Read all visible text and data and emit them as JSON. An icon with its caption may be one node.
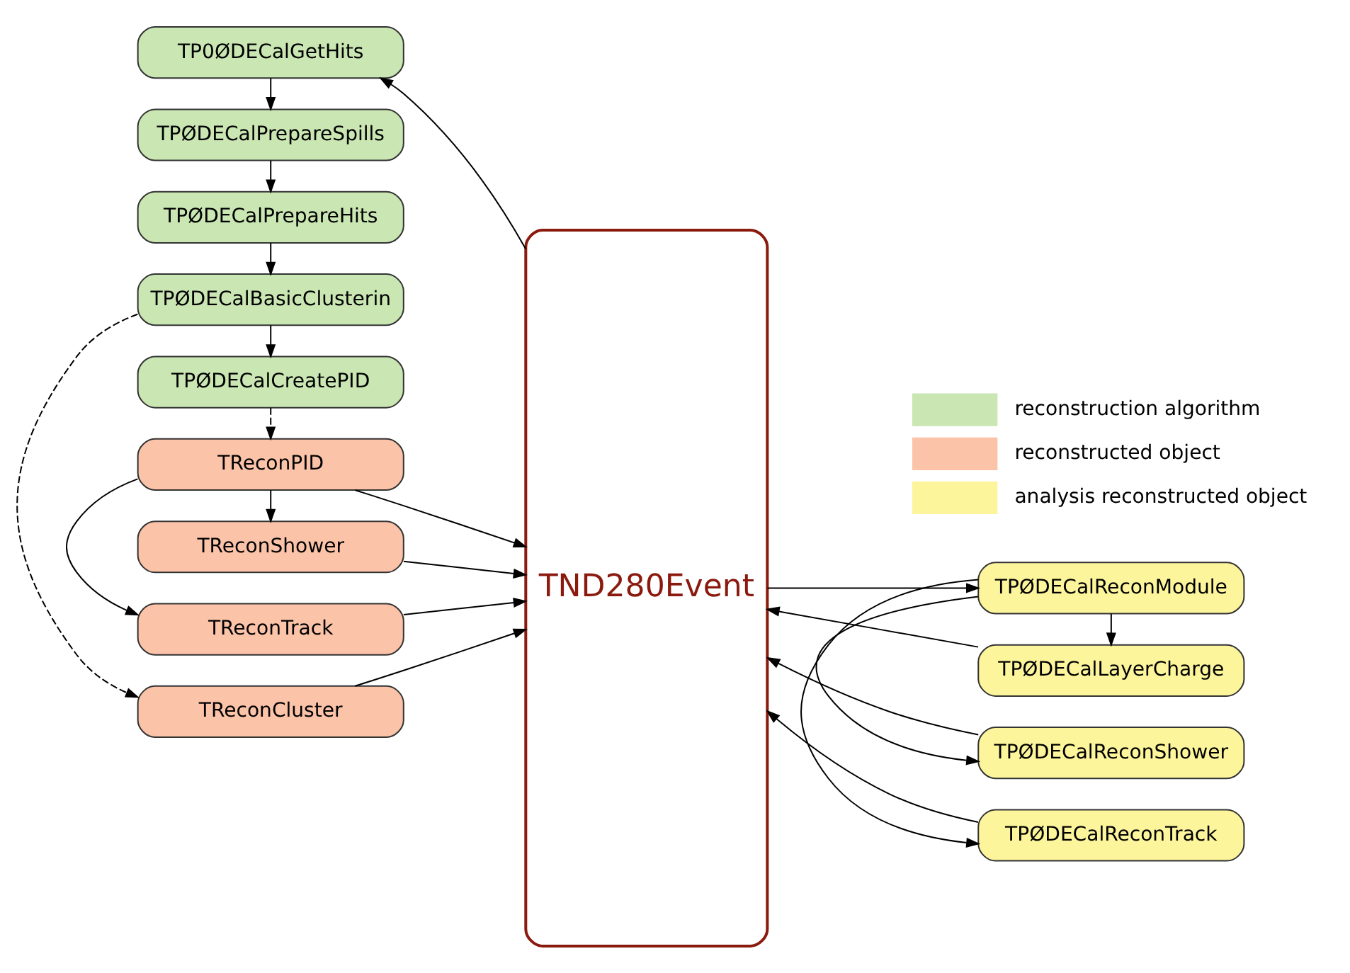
{
  "diagram": {
    "nodes": [
      {
        "text": [
          "TP0ØDECalGetHits"
        ]
      },
      {
        "text": [
          "TPØDECalPrepareSpills"
        ]
      },
      {
        "text": [
          "TPØDECalPrepareHits"
        ]
      },
      {
        "text": [
          "TPØDECalBasicClusterin"
        ]
      },
      {
        "text": [
          "TReconCluster"
        ]
      },
      {
        "text": [
          "TPØDECalCreatePID"
        ]
      },
      {
        "text": [
          "TReconPID"
        ]
      },
      {
        "text": [
          "TReconTrack"
        ]
      },
      {
        "text": [
          "TReconShower"
        ]
      },
      {
        "text": [
          "TND280Event"
        ]
      },
      {
        "text": [
          "TPØDECalReconModule"
        ]
      },
      {
        "text": [
          "TPØDECalReconTrack"
        ]
      },
      {
        "text": [
          "TPØDECalReconShower"
        ]
      },
      {
        "text": [
          "TPØDECalLayerCharge"
        ]
      }
    ],
    "edges": [
      {
        "from": 9,
        "to": 0,
        "arrow": "to"
      },
      {
        "from": 0,
        "to": 1,
        "arrow": "to"
      },
      {
        "from": 1,
        "to": 2,
        "arrow": "to"
      },
      {
        "from": 2,
        "to": 3,
        "arrow": "to"
      },
      {
        "from": 3,
        "to": 4,
        "arrow": "to",
        "style": "dashed"
      },
      {
        "from": 3,
        "to": 5,
        "arrow": "to"
      },
      {
        "from": 5,
        "to": 6,
        "arrow": "to",
        "style": "dashed"
      },
      {
        "from": 6,
        "to": 7,
        "arrow": "to"
      },
      {
        "from": 6,
        "to": 8,
        "arrow": "to"
      },
      {
        "from": 4,
        "to": 9,
        "arrow": "to"
      },
      {
        "from": 6,
        "to": 9,
        "arrow": "to"
      },
      {
        "from": 7,
        "to": 9,
        "arrow": "to"
      },
      {
        "from": 8,
        "to": 9,
        "arrow": "to"
      },
      {
        "from": 9,
        "to": 10,
        "arrow": "to"
      },
      {
        "from": 10,
        "to": 11,
        "arrow": "to"
      },
      {
        "from": 10,
        "to": 12,
        "arrow": "to"
      },
      {
        "from": 10,
        "to": 13,
        "arrow": "to"
      },
      {
        "from": 11,
        "to": 9,
        "arrow": "to"
      },
      {
        "from": 12,
        "to": 9,
        "arrow": "to"
      },
      {
        "from": 13,
        "to": 9,
        "arrow": "to"
      }
    ],
    "legend": [
      {
        "text": "reconstruction algorithm",
        "color": "#c9e6b3"
      },
      {
        "text": "reconstructed object",
        "color": "#fbc3a8"
      },
      {
        "text": "analysis reconstructed object",
        "color": "#fdf59c"
      }
    ]
  }
}
